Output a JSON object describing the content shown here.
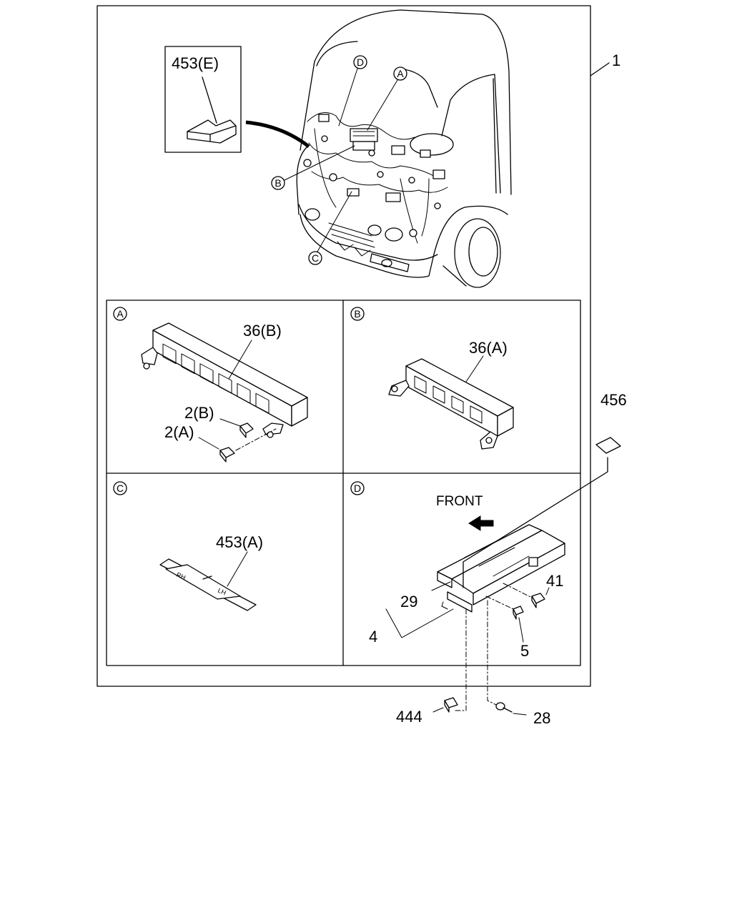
{
  "main_label": "1",
  "inset_label": "453(E)",
  "callouts": {
    "a": "A",
    "b": "B",
    "c": "C",
    "d": "D"
  },
  "panels": {
    "a": {
      "tag": "A",
      "labels": [
        "36(B)",
        "2(B)",
        "2(A)"
      ]
    },
    "b": {
      "tag": "B",
      "labels": [
        "36(A)"
      ]
    },
    "c": {
      "tag": "C",
      "labels": [
        "453(A)"
      ],
      "tape_text": [
        "RH",
        "LH"
      ]
    },
    "d": {
      "tag": "D",
      "front": "FRONT",
      "labels": [
        "29",
        "4",
        "41",
        "5"
      ]
    }
  },
  "outside_labels": {
    "part_456": "456",
    "part_444": "444",
    "part_28": "28"
  }
}
